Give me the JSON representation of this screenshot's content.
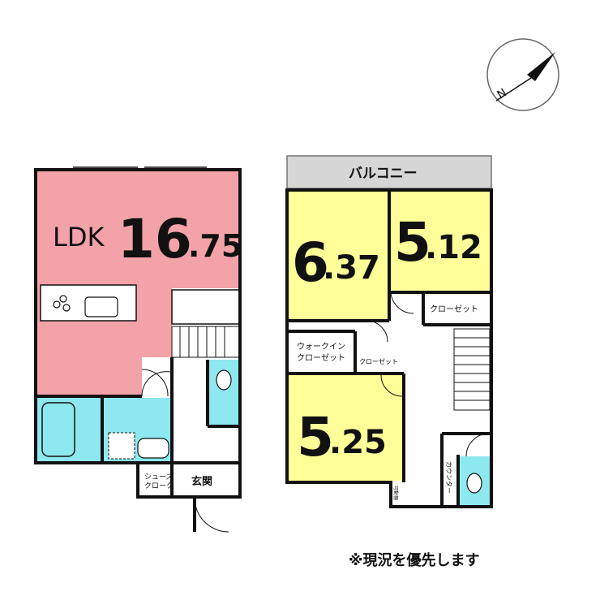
{
  "colors": {
    "ldk": "#F3A2A8",
    "bedroom": "#FFFF99",
    "wet_area": "#8EE8F0",
    "balcony": "#D6D6D6",
    "wall": "#111111"
  },
  "compass": {
    "north_label": "N"
  },
  "floor1": {
    "ldk": {
      "prefix": "LDK",
      "int": "16",
      "dec": ".75"
    },
    "shoe_closet": {
      "line1": "シューズ",
      "line2": "クローク"
    },
    "entrance": "玄関"
  },
  "floor2": {
    "balcony": "バルコニー",
    "room_a": {
      "int": "6",
      "dec": ".37"
    },
    "room_b": {
      "int": "5",
      "dec": ".12"
    },
    "room_c": {
      "int": "5",
      "dec": ".25"
    },
    "closet_b": "クローゼット",
    "walkin": {
      "line1": "ウォークイン",
      "line2": "クローゼット"
    },
    "closet_small": "クローゼット",
    "counter": "カウンター",
    "movable_shelf": "可動棚"
  },
  "note": "※現況を優先します"
}
